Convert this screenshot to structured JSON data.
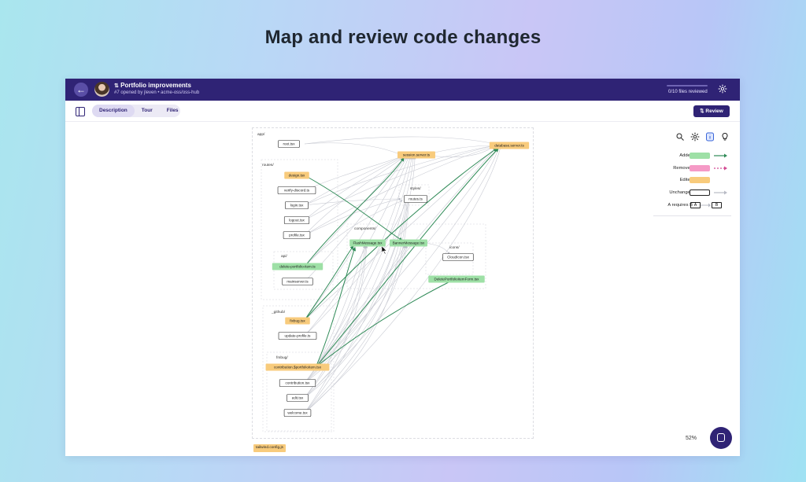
{
  "headline": "Map and review code changes",
  "pr": {
    "title": "Portfolio improvements",
    "subtitle": "#7 opened by jleven • acme-oss/oss-hub",
    "files_reviewed": "0/10 files reviewed",
    "progress": 0.0
  },
  "tabs": [
    {
      "label": "Description",
      "active": true
    },
    {
      "label": "Tour",
      "active": false
    },
    {
      "label": "Files",
      "active": false
    }
  ],
  "review_button": "Review",
  "graph": {
    "groups": {
      "root": "app/",
      "routes": "routes/",
      "styles": "styles/",
      "components": "components/",
      "icons": "icons/",
      "api": "api/",
      "github": "_github/",
      "fmbug": "fmbug/"
    },
    "nodes": {
      "root": "root.tsx",
      "session": "session.server.ts",
      "database": "database.server.ts",
      "design": "design.tsx",
      "verify": "verify-discord.ts",
      "login": "login.tsx",
      "logout": "logout.tsx",
      "profile": "profile.tsx",
      "styles_routes": "routes.ts",
      "flash": "FlashMessage.tsx",
      "banner": "BannerMessage.tsx",
      "cloudicon": "CloudIcon.tsx",
      "deleteform": "DeletePortfolioItemForm.tsx",
      "delete_item": "delete-portfolio-item.ts",
      "mainserver": "mainserver.ts",
      "fixbug": "fixbug.tsx",
      "update_profile": "update-profile.ts",
      "contribution_item": "contribution.$portfolioItem.tsx",
      "contribution": "contribution.tsx",
      "edit": "edit.tsx",
      "welcome": "welcome.tsx"
    },
    "tailwind": "tailwind.config.js"
  },
  "legend": {
    "added": "Added",
    "removed": "Removed",
    "edited": "Edited",
    "unchanged": "Unchanged",
    "requires": "A requires B",
    "a": "A",
    "b": "B"
  },
  "colors": {
    "added": "#9ee0a6",
    "removed": "#f59ac6",
    "edited": "#f8cb7c",
    "unchanged": "#ffffff",
    "edge_added": "#2f8a57",
    "edge_unchanged": "#c9cbd3",
    "brand": "#2f2375"
  },
  "zoom": "52%",
  "icons": {
    "back": "arrow-left-icon",
    "pr": "pull-request-icon",
    "settings": "gear-icon",
    "panel": "sidebar-toggle-icon",
    "search": "search-icon",
    "info": "info-icon",
    "hint": "lightbulb-icon",
    "chat": "chat-icon"
  }
}
